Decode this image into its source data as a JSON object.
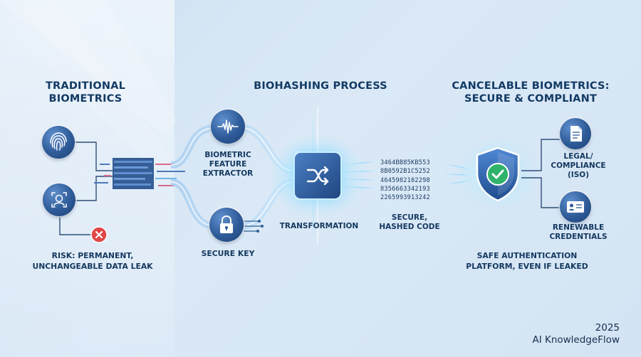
{
  "sections": {
    "traditional": {
      "title_line1": "TRADITIONAL",
      "title_line2": "BIOMETRICS"
    },
    "process": {
      "title": "BIOHASHING PROCESS"
    },
    "cancelable": {
      "title_line1": "CANCELABLE BIOMETRICS:",
      "title_line2": "SECURE & COMPLIANT"
    }
  },
  "nodes": {
    "feature_extractor": {
      "line1": "BIOMETRIC",
      "line2": "FEATURE",
      "line3": "EXTRACTOR"
    },
    "secure_key": {
      "label": "SECURE KEY"
    },
    "transformation": {
      "label": "TRANSFORMATION"
    },
    "hashed_code": {
      "line1": "SECURE,",
      "line2": "HASHED CODE"
    },
    "legal": {
      "line1": "LEGAL/",
      "line2": "COMPLIANCE",
      "line3": "(ISO)"
    },
    "renewable": {
      "line1": "RENEWABLE",
      "line2": "CREDENTIALS"
    }
  },
  "hash_lines": [
    "3464BB85KB553",
    "8B0592B1C5252",
    "4645982102298",
    "8356663342193",
    "2265993913242"
  ],
  "risk": {
    "line1": "RISK: PERMANENT,",
    "line2": "UNCHANGEABLE DATA LEAK"
  },
  "safe": {
    "line1": "SAFE AUTHENTICATION",
    "line2": "PLATFORM, EVEN IF LEAKED"
  },
  "footer": {
    "year": "2025",
    "brand": "AI KnowledgeFlow"
  },
  "icons": {
    "fingerprint": "fingerprint-icon",
    "face_scan": "face-scan-icon",
    "error": "x-icon",
    "waveform": "waveform-icon",
    "lock": "lock-icon",
    "shuffle": "shuffle-icon",
    "shield_check": "shield-check-icon",
    "document": "document-icon",
    "id_card": "id-card-icon"
  },
  "colors": {
    "navy": "#123a64",
    "icon_blue": "#2e5b98",
    "error_red": "#e04848",
    "check_green": "#2fb36b",
    "glow": "#7fd7ff"
  }
}
